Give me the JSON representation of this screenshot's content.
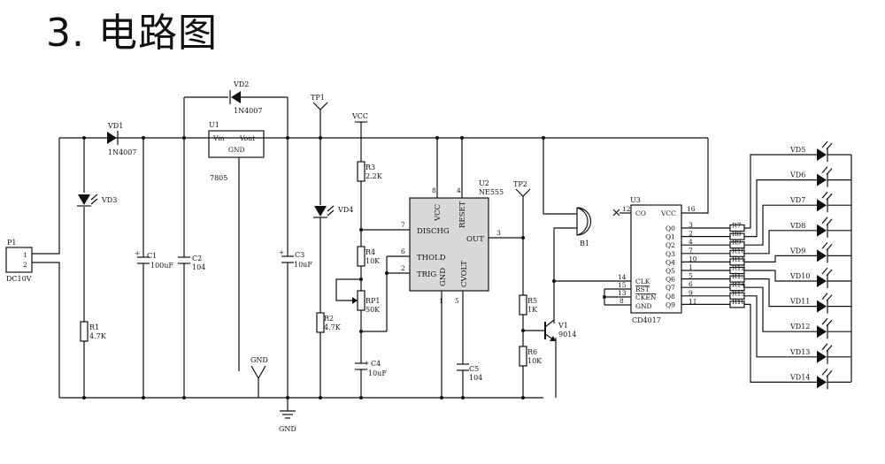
{
  "title": "3. 电路图",
  "components": {
    "P1": {
      "ref": "P1",
      "pin1": "1",
      "pin2": "2",
      "value": "DC10V"
    },
    "VD1": {
      "ref": "VD1",
      "value": "1N4007"
    },
    "VD2": {
      "ref": "VD2",
      "value": "1N4007"
    },
    "VD3": {
      "ref": "VD3"
    },
    "VD4": {
      "ref": "VD4"
    },
    "U1": {
      "ref": "U1",
      "vin": "Vin",
      "vout": "Vout",
      "gnd": "GND",
      "value": "7805"
    },
    "R1": {
      "ref": "R1",
      "value": "4.7K"
    },
    "C1": {
      "ref": "C1",
      "value": "100uF"
    },
    "C2": {
      "ref": "C2",
      "value": "104"
    },
    "C3": {
      "ref": "C3",
      "value": "10uF"
    },
    "GND_left": {
      "label": "GND"
    },
    "GND_bottom": {
      "label": "GND"
    },
    "TP1": {
      "ref": "TP1"
    },
    "TP2": {
      "ref": "TP2"
    },
    "VCC": {
      "label": "VCC"
    },
    "R2": {
      "ref": "R2",
      "value": "4.7K"
    },
    "R3": {
      "ref": "R3",
      "value": "2.2K"
    },
    "R4": {
      "ref": "R4",
      "value": "10K"
    },
    "RP1": {
      "ref": "RP1",
      "value": "50K"
    },
    "C4": {
      "ref": "C4",
      "value": "10uF"
    },
    "C5": {
      "ref": "C5",
      "value": "104"
    },
    "U2": {
      "ref": "U2",
      "value": "NE555",
      "vcc": "VCC",
      "reset": "RESET",
      "dischg": "DISCHG",
      "thold": "THOLD",
      "trig": "TRIG",
      "gnd": "GND",
      "cvolt": "CVOLT",
      "out": "OUT",
      "pin8": "8",
      "pin4": "4",
      "pin7": "7",
      "pin6": "6",
      "pin2": "2",
      "pin1": "1",
      "pin5": "5",
      "pin3": "3"
    },
    "B1": {
      "ref": "B1"
    },
    "R5": {
      "ref": "R5",
      "value": "1K"
    },
    "R6": {
      "ref": "R6",
      "value": "10K"
    },
    "V1": {
      "ref": "V1",
      "value": "9014"
    },
    "U3": {
      "ref": "U3",
      "value": "CD4017",
      "co": "CO",
      "vcc": "VCC",
      "clk": "CLK",
      "rst": "RST",
      "cken": "CKEN",
      "gnd": "GND",
      "pin12": "12",
      "pin16": "16",
      "pin14": "14",
      "pin15": "15",
      "pin13": "13",
      "pin8": "8",
      "outputs": [
        {
          "name": "Q0",
          "pin": "3"
        },
        {
          "name": "Q1",
          "pin": "2"
        },
        {
          "name": "Q2",
          "pin": "4"
        },
        {
          "name": "Q3",
          "pin": "7"
        },
        {
          "name": "Q4",
          "pin": "10"
        },
        {
          "name": "Q5",
          "pin": "1"
        },
        {
          "name": "Q6",
          "pin": "5"
        },
        {
          "name": "Q7",
          "pin": "6"
        },
        {
          "name": "Q8",
          "pin": "9"
        },
        {
          "name": "Q9",
          "pin": "11"
        }
      ]
    },
    "resistors": [
      "R7",
      "R8",
      "R9",
      "R10",
      "R11",
      "R12",
      "R13",
      "R14",
      "R15",
      "R16"
    ],
    "leds": [
      "VD5",
      "VD6",
      "VD7",
      "VD8",
      "VD9",
      "VD10",
      "VD11",
      "VD12",
      "VD13",
      "VD14"
    ]
  }
}
